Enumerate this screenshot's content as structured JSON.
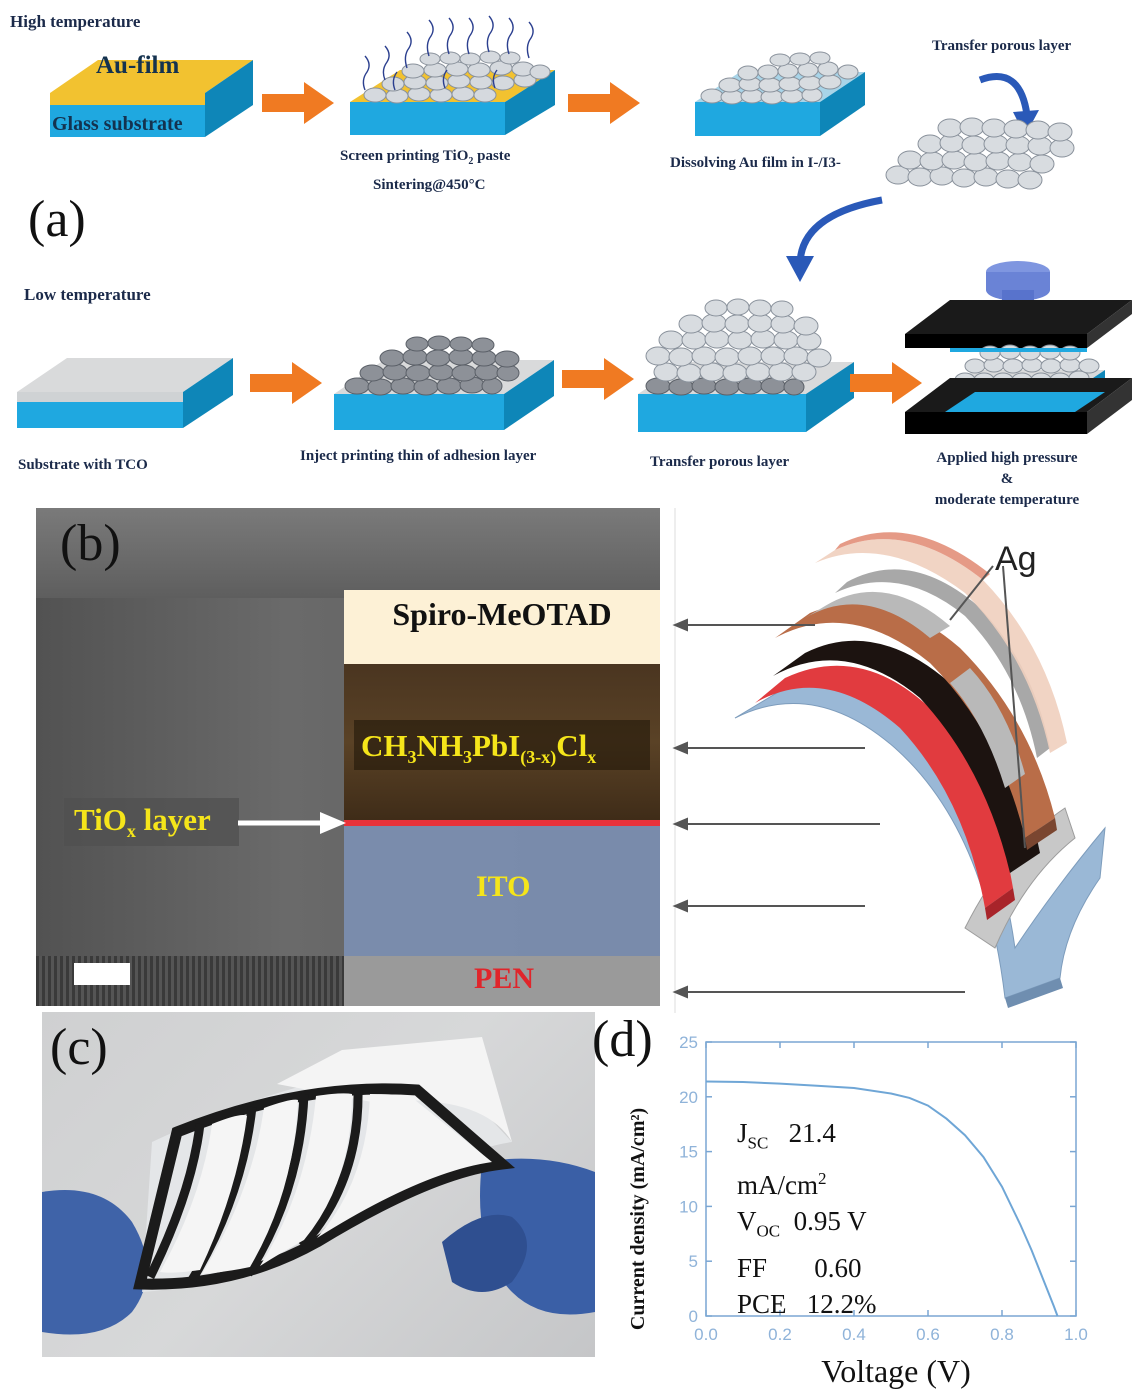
{
  "panel_a": {
    "letter": "(a)",
    "high_temp_label": "High temperature",
    "low_temp_label": "Low temperature",
    "au_film": "Au-film",
    "glass_substrate": "Glass substrate",
    "screen_printing": "Screen printing TiO",
    "screen_printing_sub": "2",
    "screen_printing_tail": " paste",
    "sintering": "Sintering@450°C",
    "dissolving": "Dissolving Au film in I-/I3-",
    "transfer_top": "Transfer porous layer",
    "substrate_tco": "Substrate with TCO",
    "inject_printing": "Inject printing thin of adhesion layer",
    "transfer_bottom": "Transfer porous layer",
    "applied_1": "Applied high pressure",
    "applied_2": "&",
    "applied_3": "moderate temperature"
  },
  "panel_b": {
    "letter": "(b)",
    "spiro": "Spiro-MeOTAD",
    "perovskite_main": "CH",
    "tiox": "TiO",
    "tiox_sub": "x",
    "tiox_tail": " layer",
    "ito": "ITO",
    "pen": "PEN",
    "ag": "Ag"
  },
  "panel_c": {
    "letter": "(c)"
  },
  "panel_d": {
    "letter": "(d)",
    "jsc_label": "J",
    "jsc_sub": "SC",
    "jsc_value": "21.4",
    "jsc_unit": "mA/cm",
    "voc_label": "V",
    "voc_sub": "OC",
    "voc_value": "0.95 V",
    "ff_label": "FF",
    "ff_value": "0.60",
    "pce_label": "PCE",
    "pce_value": "12.2%"
  },
  "colors": {
    "substrate_blue": "#1fa8e0",
    "au_yellow": "#f2c230",
    "arrow_orange": "#f07a22",
    "curve_blue": "#6fa6d6",
    "tiox_red": "#e8323a",
    "label_yellow": "#f5e51a",
    "pen_red": "#e0252b"
  },
  "chart_data": {
    "type": "line",
    "title": "",
    "xlabel": "Voltage (V)",
    "ylabel": "Current density (mA/cm²)",
    "xlim": [
      0.0,
      1.0
    ],
    "ylim": [
      0,
      25
    ],
    "xticks": [
      "0.0",
      "0.2",
      "0.4",
      "0.6",
      "0.8",
      "1.0"
    ],
    "yticks": [
      "0",
      "5",
      "10",
      "15",
      "20",
      "25"
    ],
    "series": [
      {
        "x": [
          0.0,
          0.1,
          0.2,
          0.3,
          0.4,
          0.5,
          0.55,
          0.6,
          0.65,
          0.7,
          0.75,
          0.8,
          0.85,
          0.88,
          0.9,
          0.92,
          0.94,
          0.95
        ],
        "y": [
          21.4,
          21.35,
          21.2,
          21.0,
          20.8,
          20.3,
          19.9,
          19.2,
          18.0,
          16.5,
          14.5,
          11.8,
          8.3,
          6.0,
          4.3,
          2.6,
          0.9,
          0.0
        ]
      }
    ]
  }
}
